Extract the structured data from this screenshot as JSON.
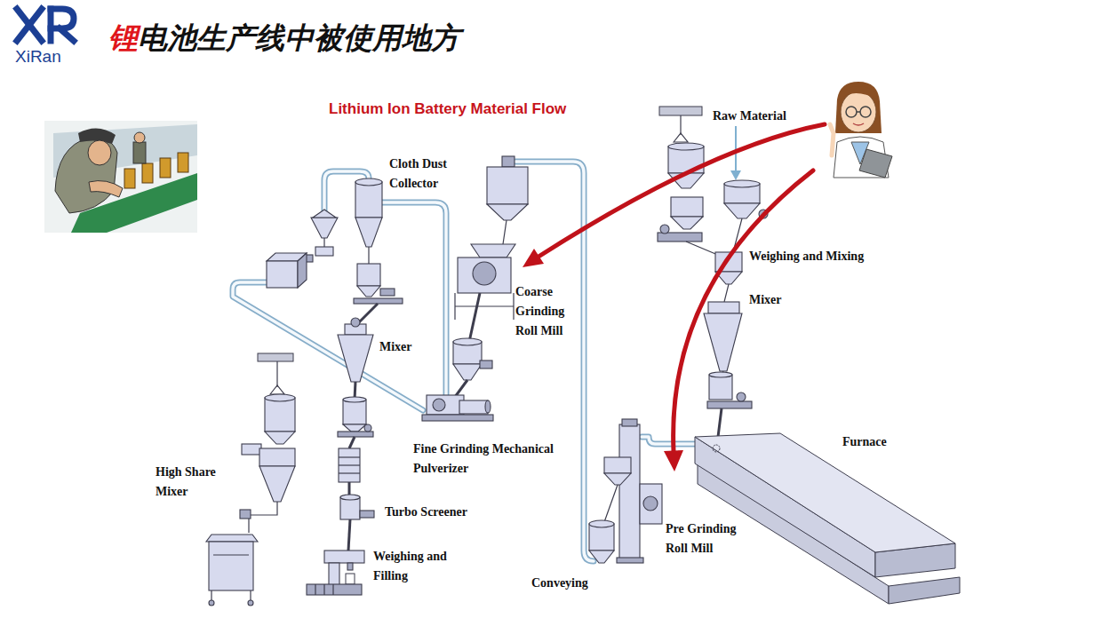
{
  "diagram": {
    "title": "锂电池生产线中被使用地方",
    "labels": [
      "Lithium Ion Battery Material Flow",
      "XiRan",
      "Raw Material",
      "Cloth Dust Collector",
      "Coarse Grinding Roll Mill",
      "Weighing and Mixing",
      "Mixer",
      "Mixer",
      "Fine Grinding Mechanical Pulverizer",
      "Furnace",
      "High Share Mixer",
      "Turbo Screener",
      "Weighing and Filling",
      "Conveying",
      "Pre Grinding Roll Mill"
    ]
  }
}
